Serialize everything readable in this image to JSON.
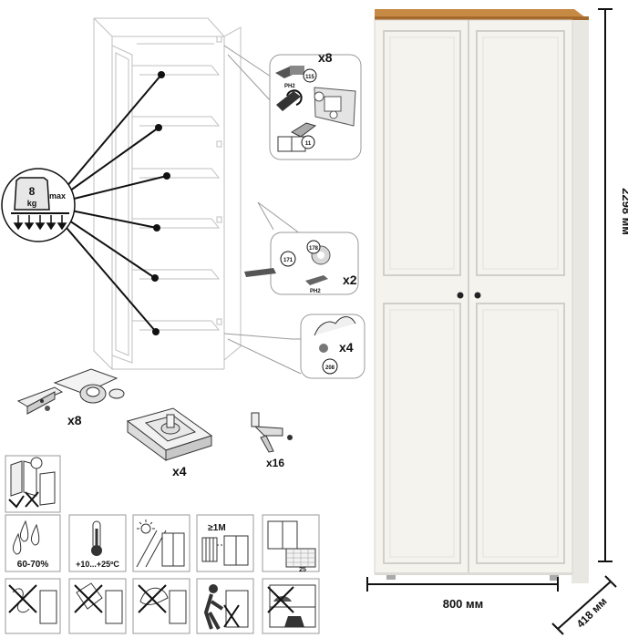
{
  "assembly": {
    "shelf_load": {
      "value": "8",
      "unit": "kg",
      "qualifier": "max"
    },
    "qty_hinge_screws": "x8",
    "qty_dowels": "x2",
    "qty_handle_screws": "x4",
    "qty_hinges": "x8",
    "qty_feet": "x4",
    "qty_shelf_pins": "x16",
    "refs": {
      "r115": "115",
      "r11": "11",
      "r171": "171",
      "r178": "178",
      "r208": "208"
    },
    "hardware_labels": {
      "screwdriver": "PH2",
      "screwdriver2": "PH2"
    }
  },
  "care": {
    "humidity": "60-70%",
    "temperature": "+10...+25ºC",
    "wall_distance": "≥1M",
    "days": "25"
  },
  "dimensions": {
    "height": "2298 мм",
    "width": "800 мм",
    "depth": "418 мм"
  },
  "colors": {
    "body": "#f4f3ee",
    "top": "#c68a44",
    "outline": "#111111"
  }
}
